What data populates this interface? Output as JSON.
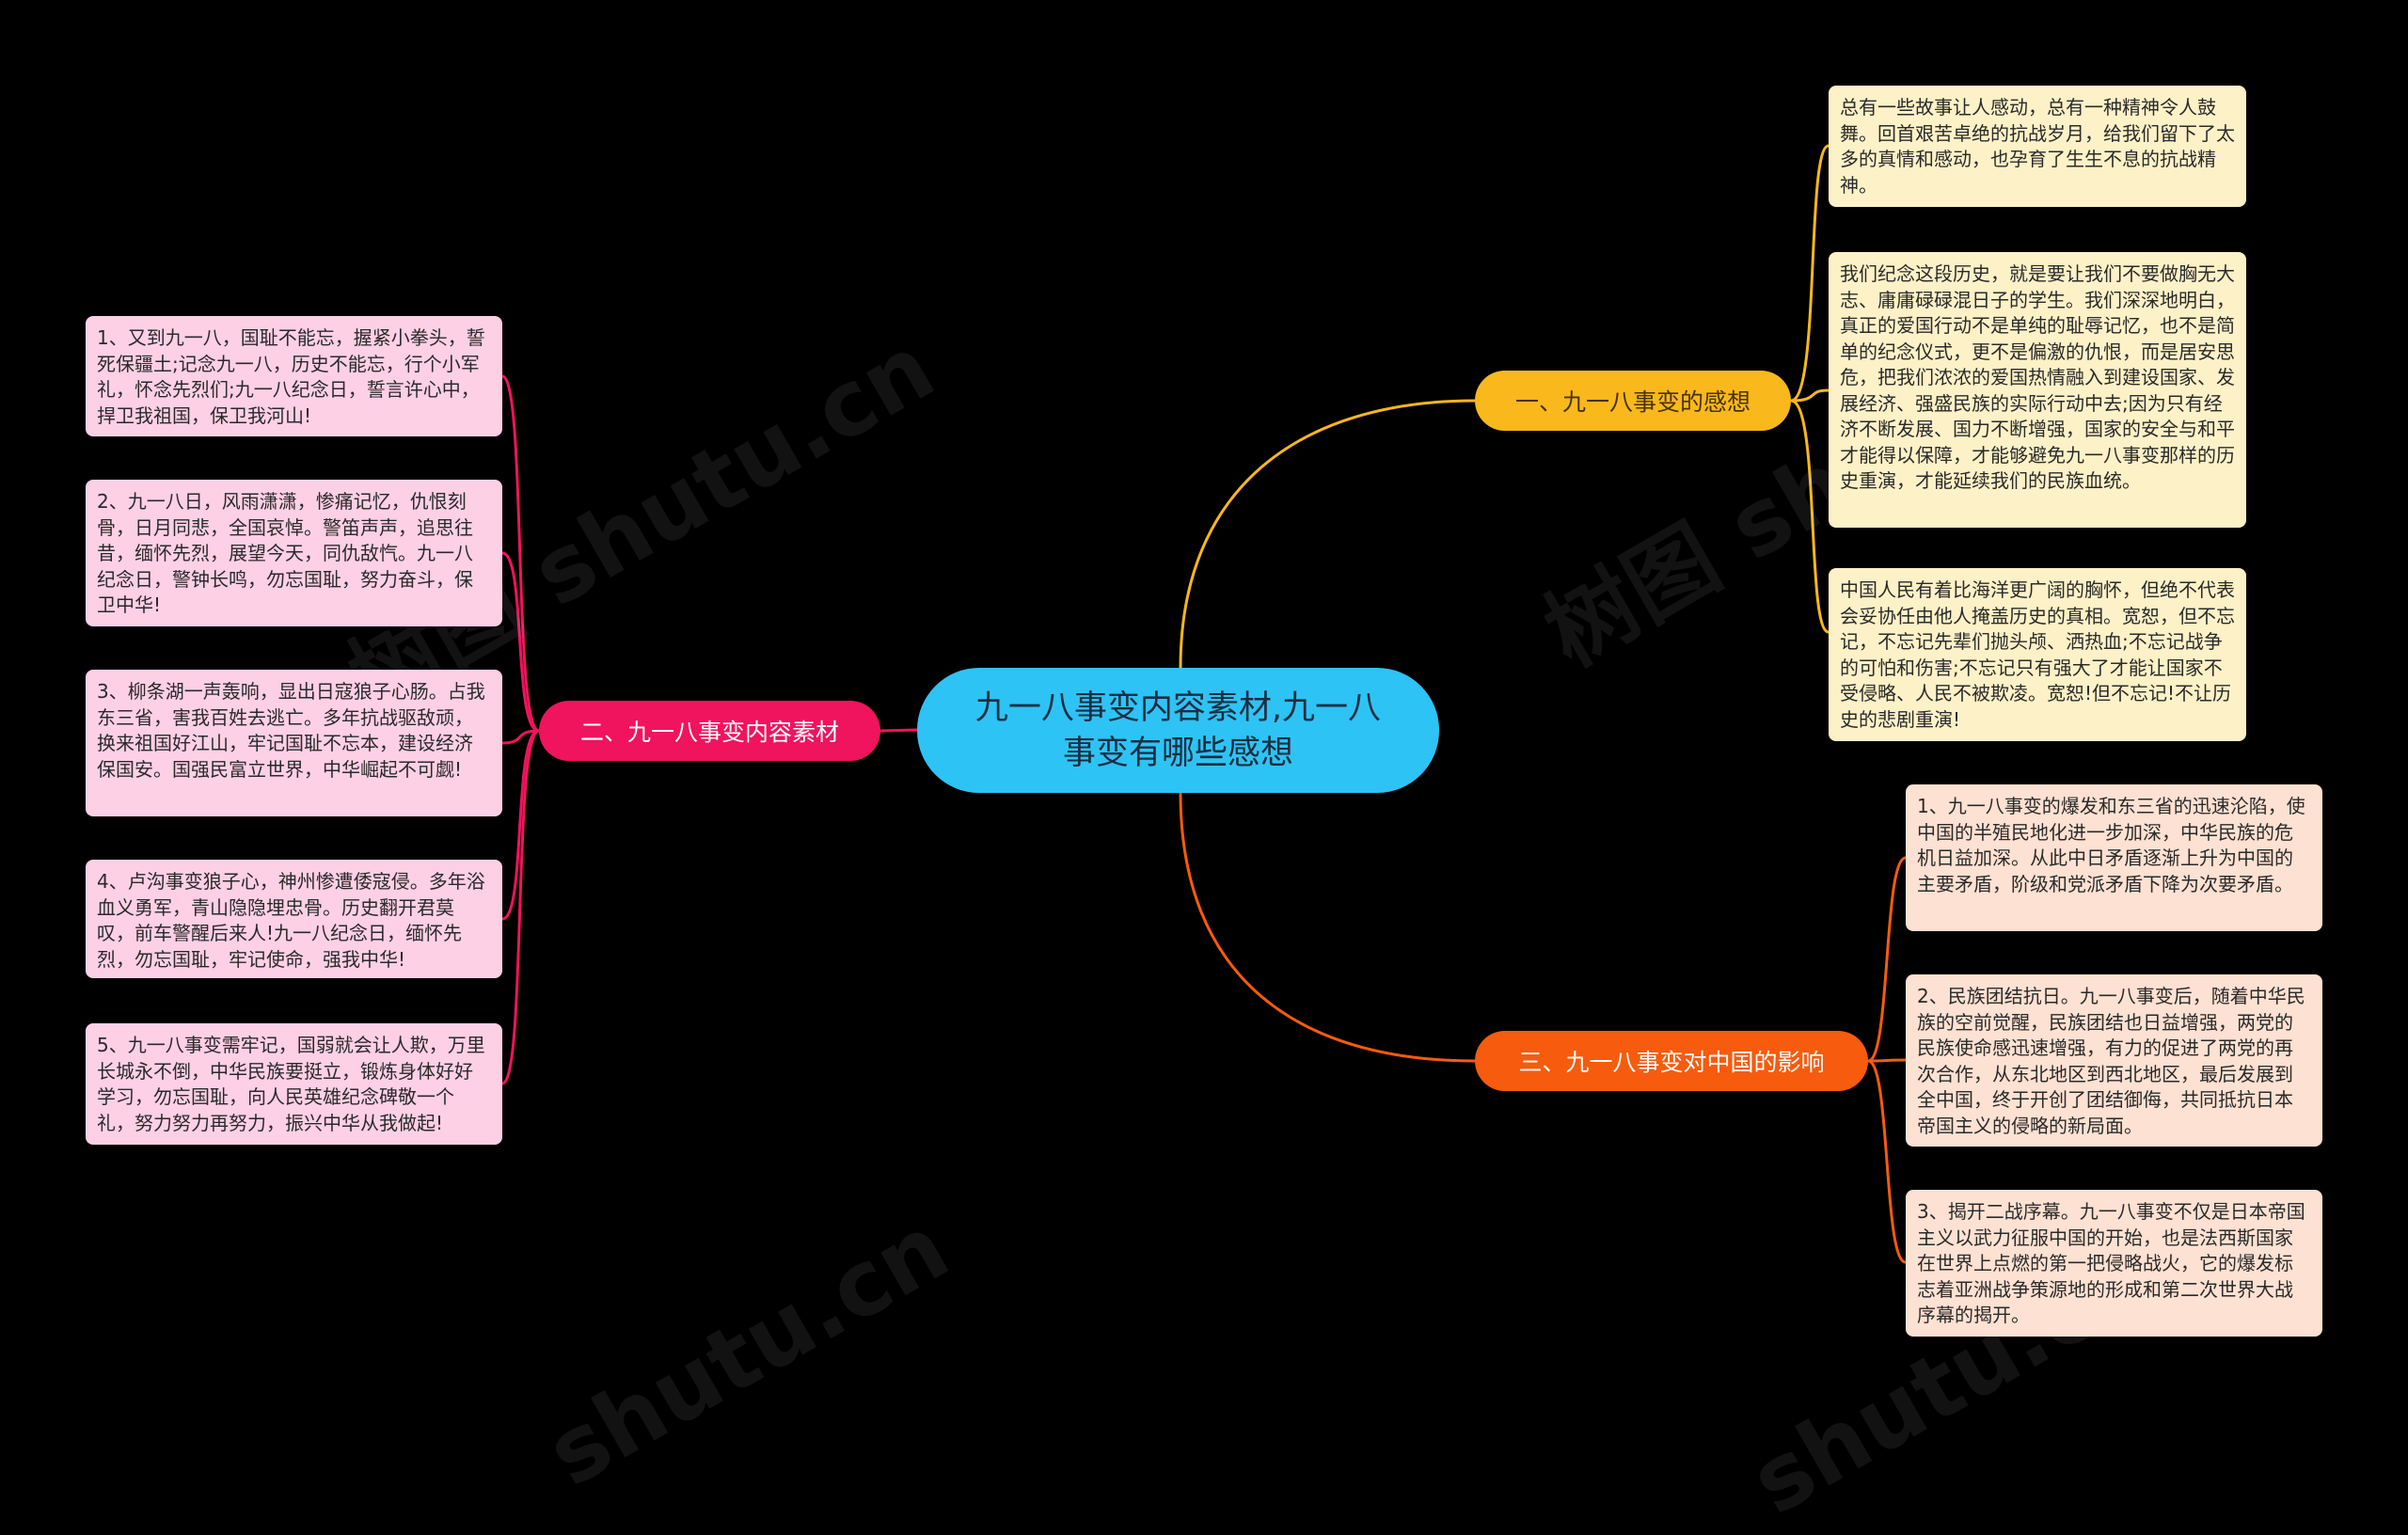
{
  "center": {
    "title": "九一八事变内容素材,九一八事变有哪些感想"
  },
  "branches": [
    {
      "label": "一、九一八事变的感想",
      "color": "#f9b81b",
      "leaves": [
        "总有一些故事让人感动，总有一种精神令人鼓舞。回首艰苦卓绝的抗战岁月，给我们留下了太多的真情和感动，也孕育了生生不息的抗战精神。",
        "我们纪念这段历史，就是要让我们不要做胸无大志、庸庸碌碌混日子的学生。我们深深地明白，真正的爱国行动不是单纯的耻辱记忆，也不是简单的纪念仪式，更不是偏激的仇恨，而是居安思危，把我们浓浓的爱国热情融入到建设国家、发展经济、强盛民族的实际行动中去;因为只有经济不断发展、国力不断增强，国家的安全与和平才能得以保障，才能够避免九一八事变那样的历史重演，才能延续我们的民族血统。",
        "中国人民有着比海洋更广阔的胸怀，但绝不代表会妥协任由他人掩盖历史的真相。宽恕，但不忘记，不忘记先辈们抛头颅、洒热血;不忘记战争的可怕和伤害;不忘记只有强大了才能让国家不受侵略、人民不被欺凌。宽恕!但不忘记!不让历史的悲剧重演!"
      ]
    },
    {
      "label": "二、九一八事变内容素材",
      "color": "#f0135e",
      "leaves": [
        "1、又到九一八，国耻不能忘，握紧小拳头，誓死保疆土;记念九一八，历史不能忘，行个小军礼，怀念先烈们;九一八纪念日，誓言许心中，捍卫我祖国，保卫我河山!",
        "2、九一八日，风雨潇潇，惨痛记忆，仇恨刻骨，日月同悲，全国哀悼。警笛声声，追思往昔，缅怀先烈，展望今天，同仇敌忾。九一八纪念日，警钟长鸣，勿忘国耻，努力奋斗，保卫中华!",
        "3、柳条湖一声轰响，显出日寇狼子心肠。占我东三省，害我百姓去逃亡。多年抗战驱敌顽，换来祖国好江山，牢记国耻不忘本，建设经济保国安。国强民富立世界，中华崛起不可觑!",
        "4、卢沟事变狼子心，神州惨遭倭寇侵。多年浴血义勇军，青山隐隐埋忠骨。历史翻开君莫叹，前车警醒后来人!九一八纪念日，缅怀先烈，勿忘国耻，牢记使命，强我中华!",
        "5、九一八事变需牢记，国弱就会让人欺，万里长城永不倒，中华民族要挺立，锻炼身体好好学习，勿忘国耻，向人民英雄纪念碑敬一个礼，努力努力再努力，振兴中华从我做起!"
      ]
    },
    {
      "label": "三、九一八事变对中国的影响",
      "color": "#f75b0e",
      "leaves": [
        "1、九一八事变的爆发和东三省的迅速沦陷，使中国的半殖民地化进一步加深，中华民族的危机日益加深。从此中日矛盾逐渐上升为中国的主要矛盾，阶级和党派矛盾下降为次要矛盾。",
        "2、民族团结抗日。九一八事变后，随着中华民族的空前觉醒，民族团结也日益增强，两党的民族使命感迅速增强，有力的促进了两党的再次合作，从东北地区到西北地区，最后发展到全中国，终于开创了团结御侮，共同抵抗日本帝国主义的侵略的新局面。",
        "3、揭开二战序幕。九一八事变不仅是日本帝国主义以武力征服中国的开始，也是法西斯国家在世界上点燃的第一把侵略战火，它的爆发标志着亚洲战争策源地的形成和第二次世界大战序幕的揭开。"
      ]
    }
  ],
  "watermark": [
    "树图 shutu.cn",
    "树图 shu",
    "shutu.cn",
    "shutu.cn"
  ]
}
